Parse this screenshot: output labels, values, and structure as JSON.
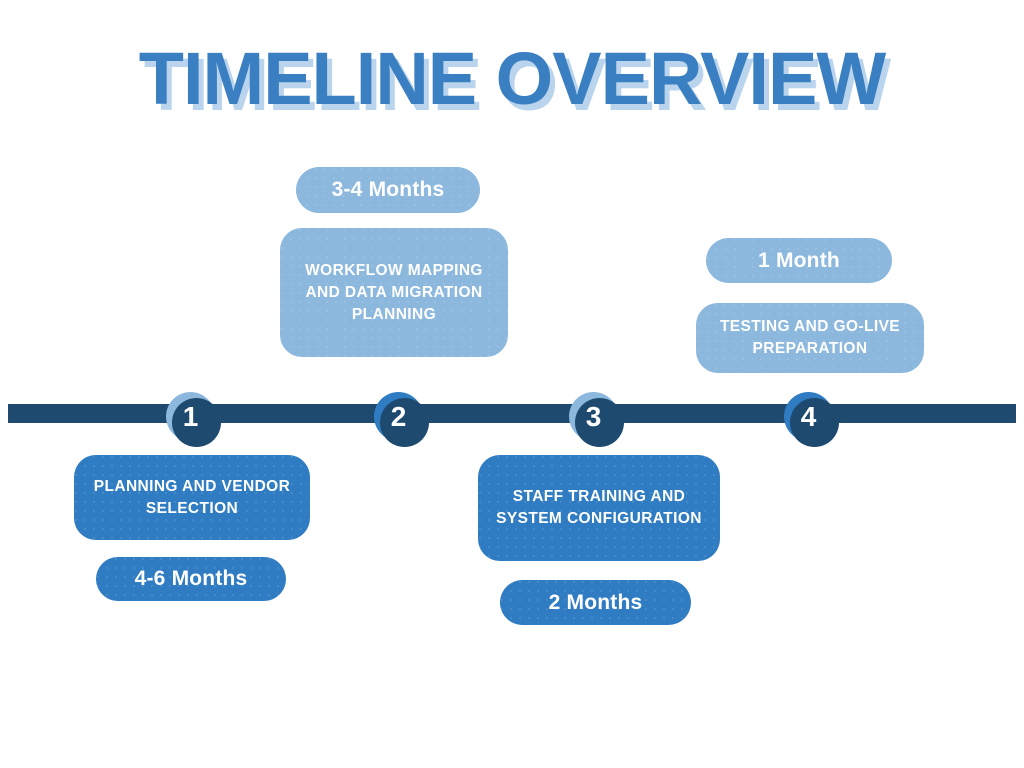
{
  "page": {
    "title": "TIMELINE OVERVIEW",
    "background_color": "#ffffff"
  },
  "theme": {
    "title_color": "#3a7fc1",
    "title_shadow_color": "#b9d4ec",
    "axis_color": "#1e4a70",
    "light_blue": "#8cb8de",
    "medium_blue": "#2f7cc2",
    "text_on_fill": "#ffffff"
  },
  "timeline": {
    "axis_label": "timeline-axis",
    "milestones": [
      {
        "number": "1",
        "node_tone": "light",
        "label": "PLANNING AND VENDOR SELECTION",
        "duration": "4-6 Months",
        "card_tone": "dark",
        "pill_tone": "dark",
        "side": "below"
      },
      {
        "number": "2",
        "node_tone": "dark",
        "label": "WORKFLOW MAPPING AND DATA MIGRATION PLANNING",
        "duration": "3-4 Months",
        "card_tone": "light",
        "pill_tone": "light",
        "side": "above"
      },
      {
        "number": "3",
        "node_tone": "light",
        "label": "STAFF TRAINING AND SYSTEM CONFIGURATION",
        "duration": "2 Months",
        "card_tone": "dark",
        "pill_tone": "dark",
        "side": "below"
      },
      {
        "number": "4",
        "node_tone": "dark",
        "label": "TESTING AND GO-LIVE PREPARATION",
        "duration": "1 Month",
        "card_tone": "light",
        "pill_tone": "light",
        "side": "above"
      }
    ]
  }
}
